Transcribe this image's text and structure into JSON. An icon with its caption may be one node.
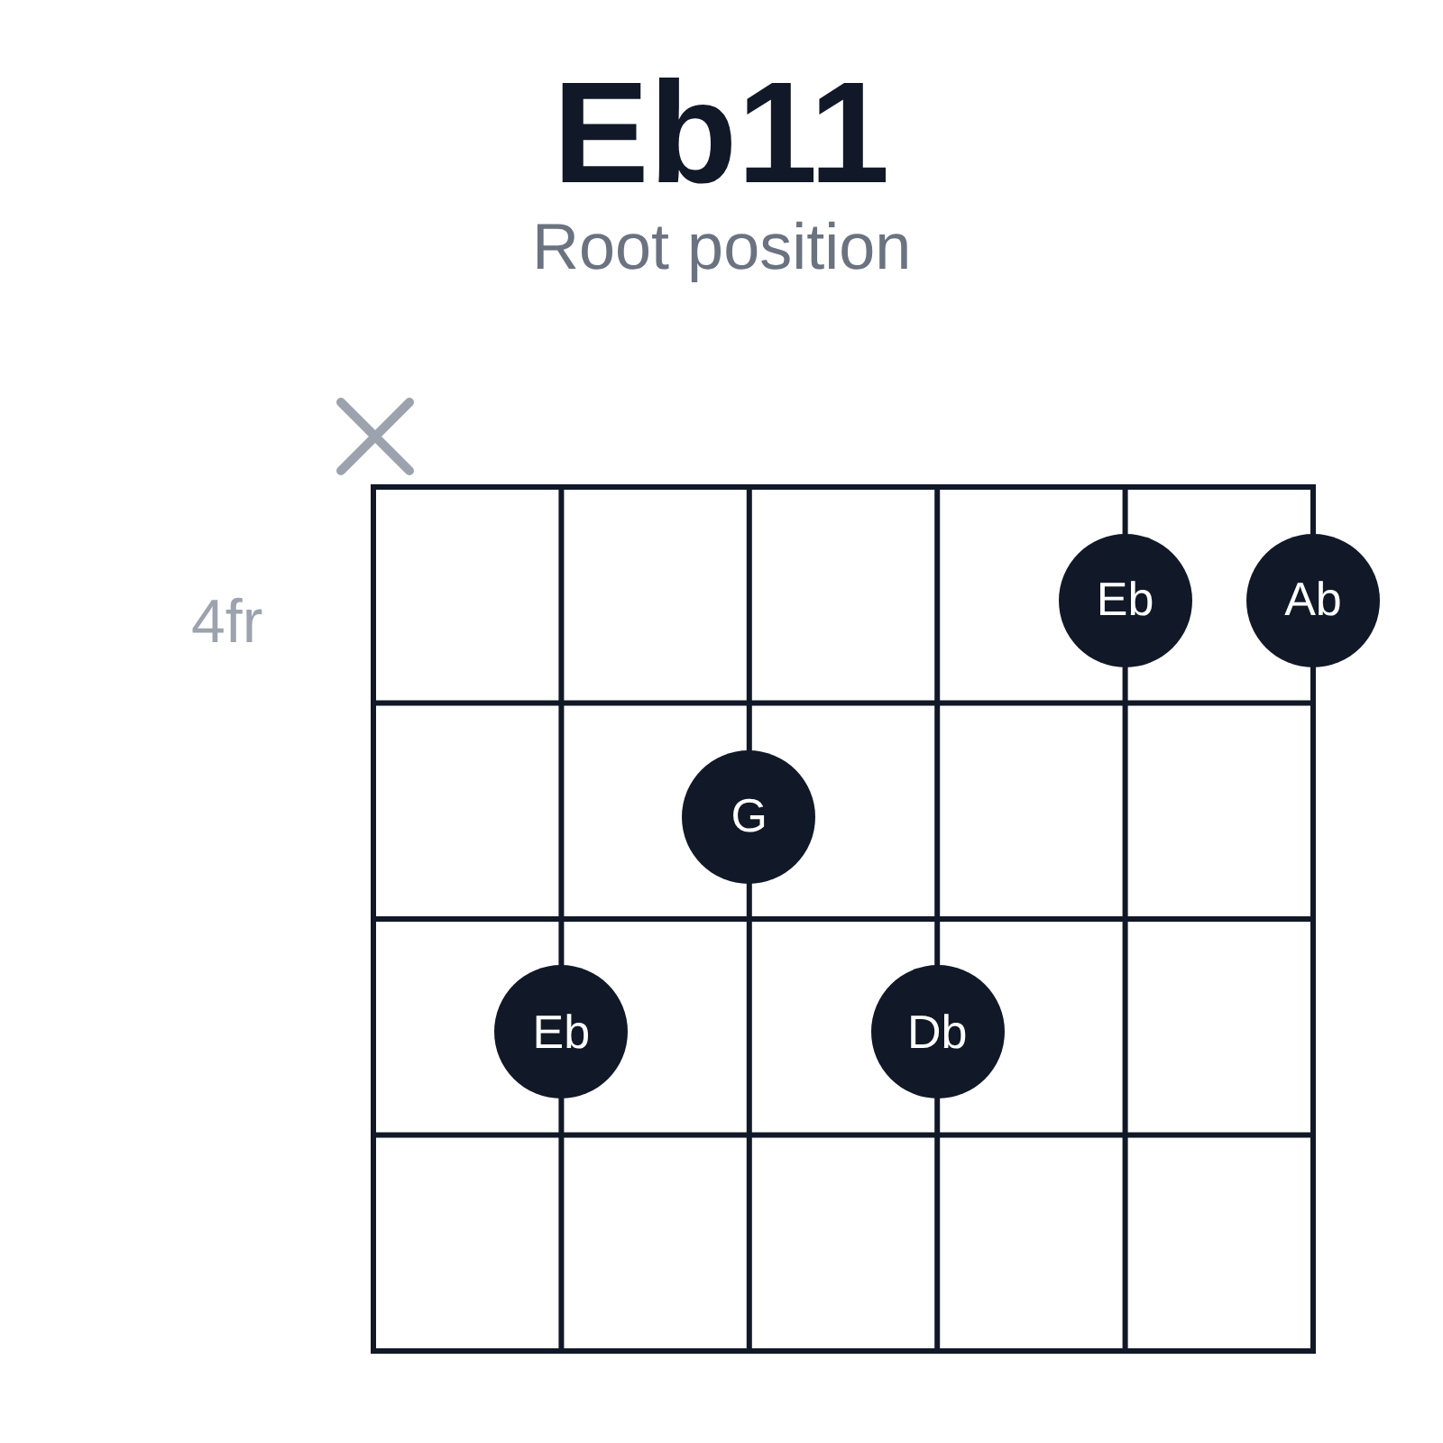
{
  "diagram": {
    "title": "Eb11",
    "nodes": [
      {
        "text": [
          "Eb"
        ]
      },
      {
        "text": [
          "Ab"
        ]
      },
      {
        "text": [
          "G"
        ]
      },
      {
        "text": [
          "Eb"
        ]
      },
      {
        "text": [
          "Db"
        ]
      }
    ],
    "labels": [
      "Root position",
      "4fr"
    ]
  }
}
